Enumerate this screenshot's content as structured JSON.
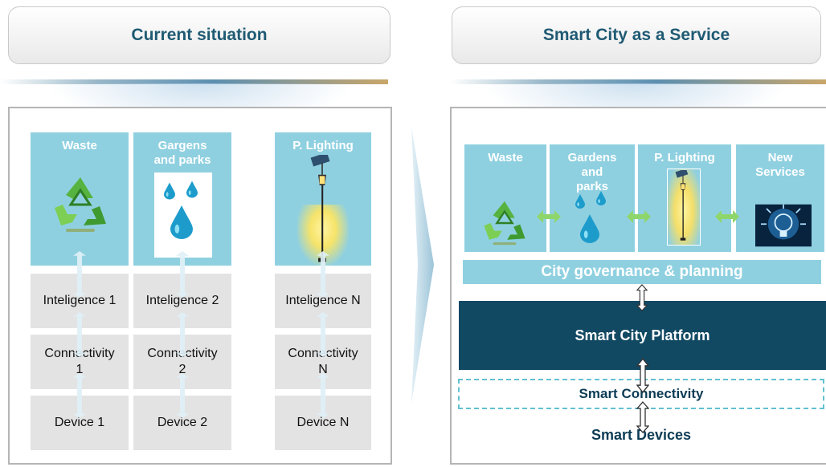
{
  "left": {
    "title": "Current situation",
    "services": [
      {
        "label": "Waste"
      },
      {
        "label": "Gargens and parks"
      },
      {
        "label": "P. Lighting"
      }
    ],
    "intelligence": [
      "Inteligence 1",
      "Inteligence 2",
      "Inteligence N"
    ],
    "connectivity": [
      "Connectivity 1",
      "Connectivity 2",
      "Connectivity N"
    ],
    "devices": [
      "Device 1",
      "Device 2",
      "Device N"
    ]
  },
  "right": {
    "title": "Smart City as a Service",
    "services": [
      {
        "label": "Waste"
      },
      {
        "label": "Gardens and parks"
      },
      {
        "label": "P. Lighting"
      },
      {
        "label": "New Services"
      }
    ],
    "governance": "City governance & planning",
    "platform": "Smart City Platform",
    "connectivity": "Smart Connectivity",
    "devices": "Smart Devices"
  },
  "colors": {
    "service_tile": "#8fd0e0",
    "platform": "#114963",
    "header_text": "#1f5a73",
    "cell_gray": "#e3e3e3",
    "arrow_green": "#8ed66b"
  }
}
